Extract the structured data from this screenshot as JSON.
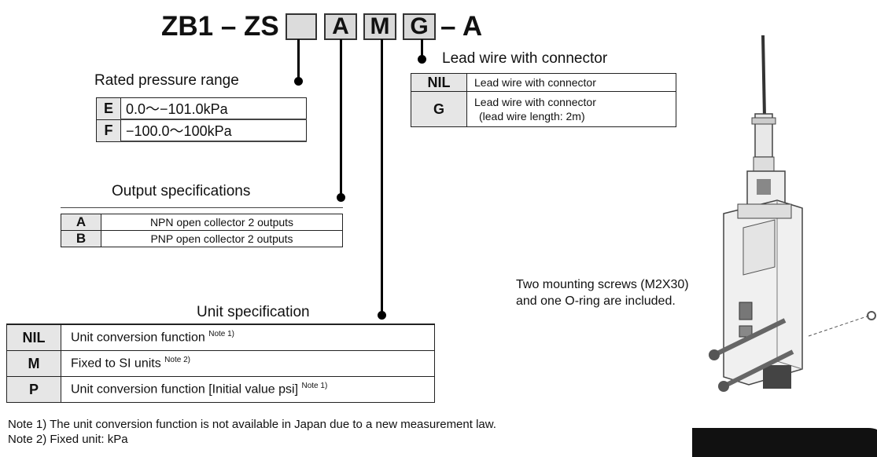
{
  "model_code": {
    "prefix": "ZB1 – ZS",
    "box1": "",
    "box2": "A",
    "box3": "M",
    "box4": "G",
    "suffix": "– A"
  },
  "rated_pressure": {
    "title": "Rated pressure range",
    "rows": [
      {
        "code": "E",
        "desc": "0.0～−101.0kPa"
      },
      {
        "code": "F",
        "desc": "−100.0～100kPa"
      }
    ]
  },
  "lead_wire": {
    "title": "Lead wire with connector",
    "rows": [
      {
        "code": "NIL",
        "desc": "Lead wire with connector",
        "desc2": ""
      },
      {
        "code": "G",
        "desc": "Lead wire with connector",
        "desc2": "(lead wire length: 2m)"
      }
    ]
  },
  "output_spec": {
    "title": "Output specifications",
    "rows": [
      {
        "code": "A",
        "desc": "NPN open collector 2 outputs"
      },
      {
        "code": "B",
        "desc": "PNP open collector 2 outputs"
      }
    ]
  },
  "unit_spec": {
    "title": "Unit specification",
    "rows": [
      {
        "code": "NIL",
        "desc": "Unit conversion function",
        "note": "Note 1)"
      },
      {
        "code": "M",
        "desc": "Fixed to SI units",
        "note": "Note 2)"
      },
      {
        "code": "P",
        "desc": "Unit conversion function [Initial value psi]",
        "note": "Note 1)"
      }
    ]
  },
  "accessory_note": {
    "line1": "Two mounting screws (M2X30)",
    "line2": "and one O-ring are included."
  },
  "footnotes": {
    "note1": "Note 1) The unit conversion function is not available in Japan due to a new measurement law.",
    "note2": "Note 2) Fixed unit: kPa"
  }
}
